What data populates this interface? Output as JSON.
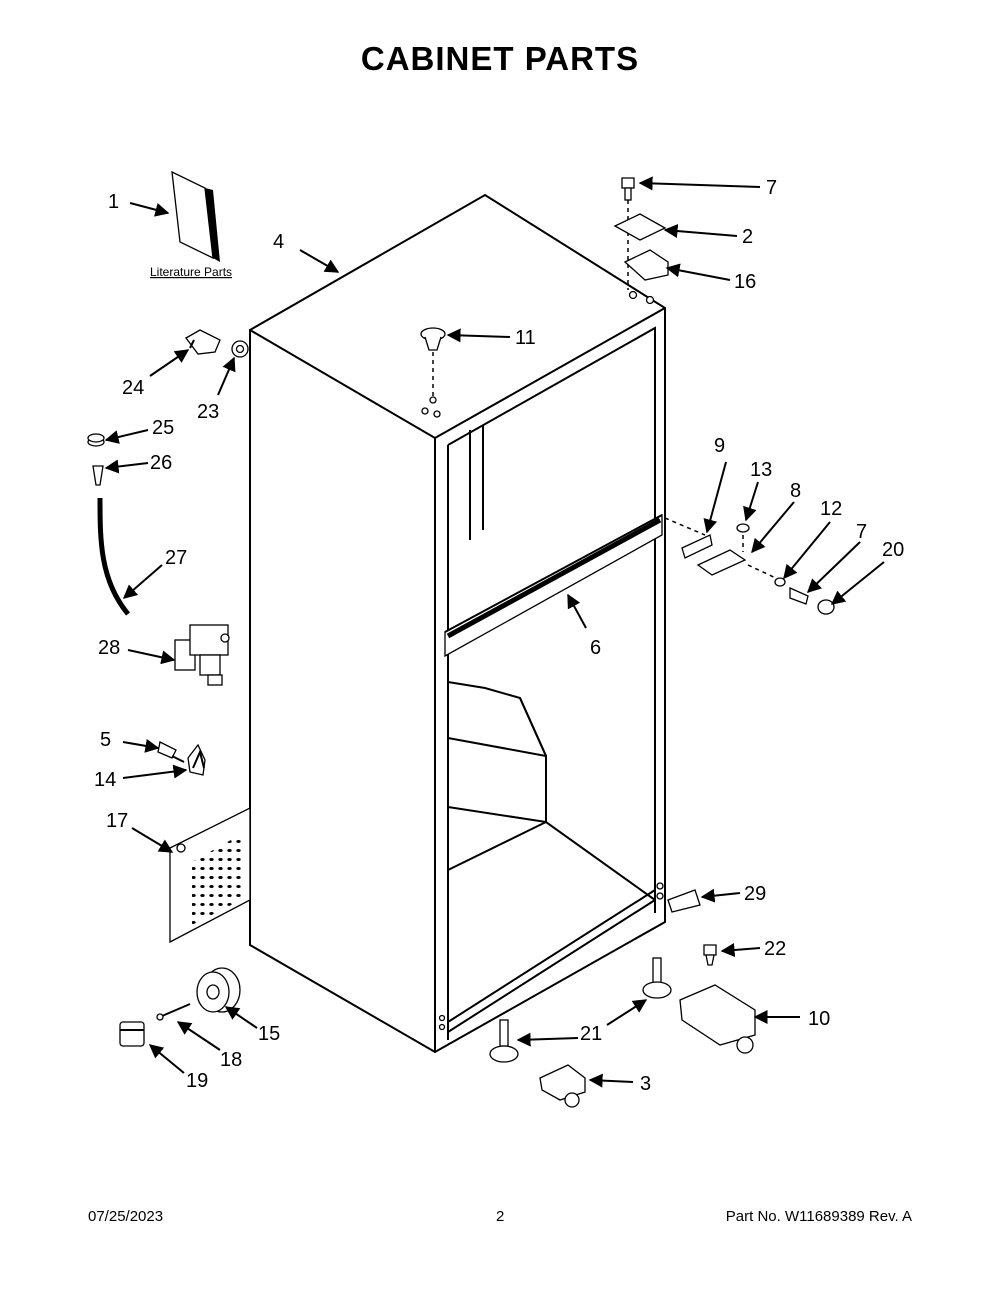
{
  "title": "CABINET PARTS",
  "literature_label": "Literature Parts",
  "callouts": [
    "1",
    "2",
    "3",
    "4",
    "5",
    "6",
    "7",
    "8",
    "9",
    "10",
    "11",
    "12",
    "13",
    "14",
    "15",
    "16",
    "7",
    "17",
    "18",
    "19",
    "20",
    "21",
    "22",
    "23",
    "24",
    "25",
    "26",
    "27",
    "28",
    "29"
  ],
  "footer": {
    "date": "07/25/2023",
    "page": "2",
    "part": "Part No.  W11689389  Rev.  A"
  }
}
